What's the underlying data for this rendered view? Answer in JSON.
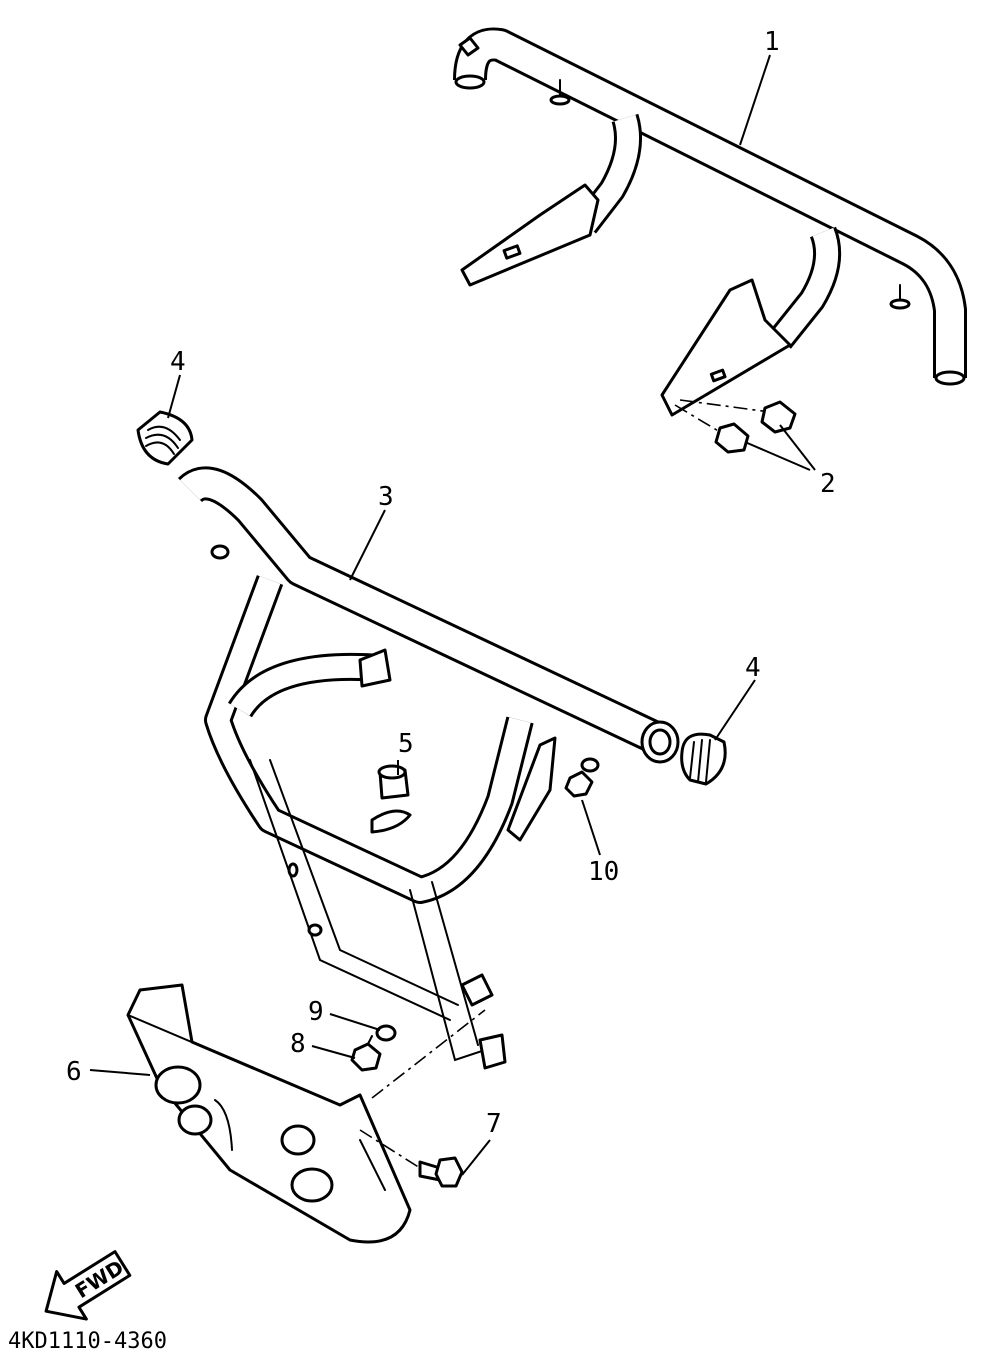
{
  "diagram_code": "4KD1110-4360",
  "fwd_label": "FWD",
  "callouts": {
    "rear_bar": "1",
    "rear_bolts": "2",
    "front_bar": "3",
    "cap_upper": "4",
    "cap_right": "4",
    "damper": "5",
    "skid_plate": "6",
    "skid_bolt": "7",
    "bolt_small": "8",
    "washer": "9",
    "bolt_10": "10"
  }
}
